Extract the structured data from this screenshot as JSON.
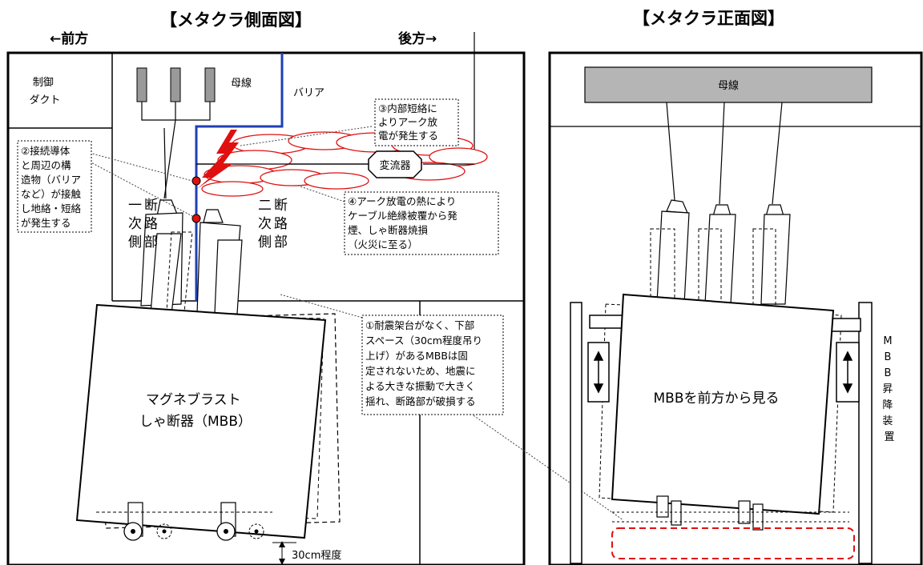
{
  "side_view": {
    "title": "【メタクラ側面図】",
    "front_label": "←前方",
    "rear_label": "後方→",
    "control_duct": [
      "制御",
      "ダクト"
    ],
    "busbar_label": "母線",
    "barrier_label": "バリア",
    "ct_label": "変流器",
    "primary_side": [
      "一",
      "次",
      "側",
      "断",
      "路",
      "部"
    ],
    "secondary_side": [
      "二",
      "次",
      "側",
      "断",
      "路",
      "部"
    ],
    "breaker_label": [
      "マグネブラスト",
      "しゃ断器（MBB）"
    ],
    "lift_label": "30cm程度"
  },
  "front_view": {
    "title": "【メタクラ正面図】",
    "busbar_label": "母線",
    "mbb_label": "MBBを前方から見る",
    "lift_device_label": [
      "M",
      "B",
      "B",
      "昇",
      "降",
      "装",
      "置"
    ]
  },
  "notes": {
    "note1": [
      "①耐震架台がなく、下部",
      "スペース（30cm程度吊り",
      "上げ）があるMBBは固",
      "定されないため、地震に",
      "よる大きな振動で大きく",
      "揺れ、断路部が破損する"
    ],
    "note2": [
      "②接続導体",
      "と周辺の構",
      "造物（バリア",
      "など）が接触",
      "し地絡・短絡",
      "が発生する"
    ],
    "note3": [
      "③内部短絡に",
      "よりアーク放",
      "電が発生する"
    ],
    "note4": [
      "④アーク放電の熱により",
      "ケーブル絶縁被覆から発",
      "煙、しゃ断器焼損",
      "（火災に至る）"
    ]
  },
  "colors": {
    "barrier": "#1f3fb5",
    "arc": "#e01010",
    "smoke": "#e01010",
    "busbar_fill": "#b5b5b5"
  }
}
